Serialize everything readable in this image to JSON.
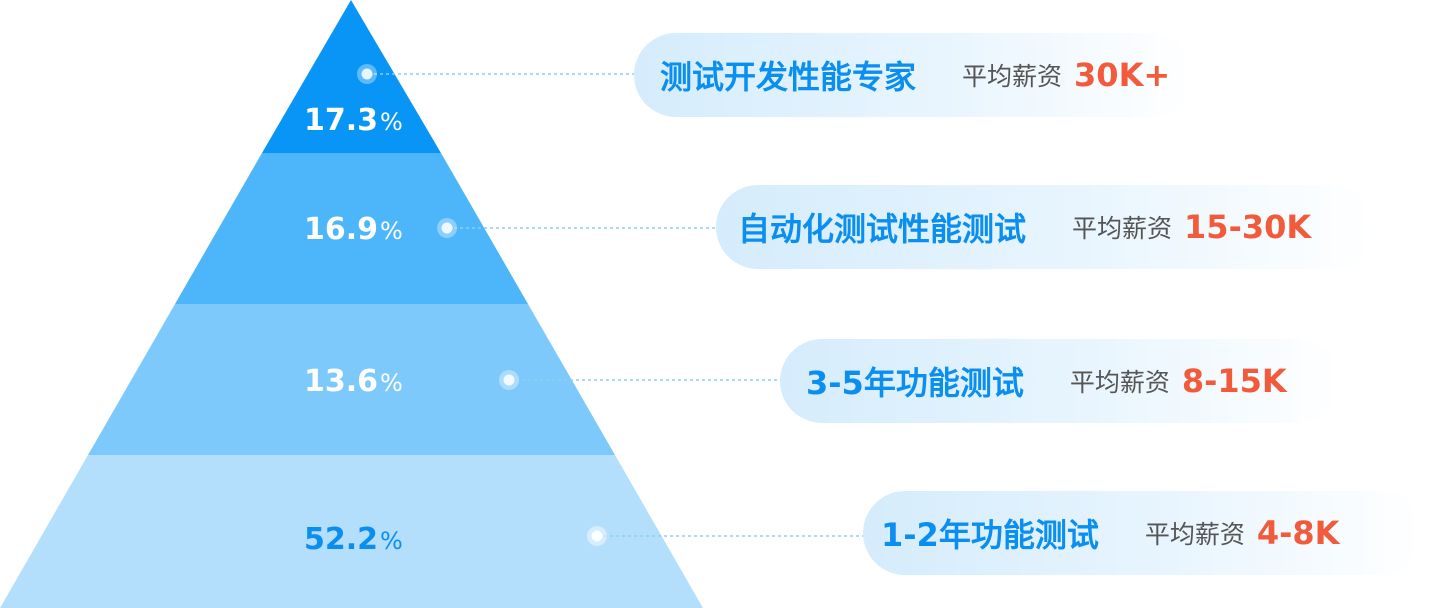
{
  "colors": {
    "tier1": "#0895f5",
    "tier2": "#4db5fa",
    "tier3": "#7ec9fb",
    "tier4": "#b3defc",
    "pct_light": "#ffffff",
    "pct_dark": "#0a8ff0",
    "title_blue": "#0a8ff0",
    "salary_red": "#f25a3c",
    "label_gray": "#555555",
    "dash": "#8fcdee"
  },
  "tiers": [
    {
      "percent_value": "17.3",
      "percent_sign": "%",
      "title": "测试开发性能专家",
      "salary_label": "平均薪资",
      "salary_value": "30K+"
    },
    {
      "percent_value": "16.9",
      "percent_sign": "%",
      "title": "自动化测试性能测试",
      "salary_label": "平均薪资",
      "salary_value": "15-30K"
    },
    {
      "percent_value": "13.6",
      "percent_sign": "%",
      "title": "3-5年功能测试",
      "salary_label": "平均薪资",
      "salary_value": "8-15K"
    },
    {
      "percent_value": "52.2",
      "percent_sign": "%",
      "title": "1-2年功能测试",
      "salary_label": "平均薪资",
      "salary_value": "4-8K"
    }
  ]
}
